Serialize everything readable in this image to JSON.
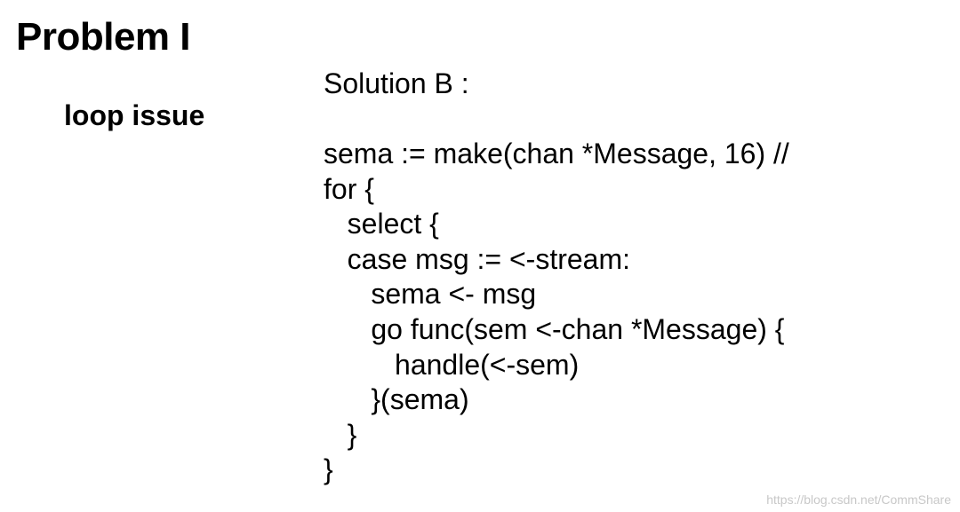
{
  "slide": {
    "title": "Problem I",
    "subtitle": "loop issue",
    "solution_heading": "Solution B :",
    "code_lines": [
      "sema := make(chan *Message, 16) //",
      "for {",
      "   select {",
      "   case msg := <-stream:",
      "      sema <- msg",
      "      go func(sem <-chan *Message) {",
      "         handle(<-sem)",
      "      }(sema)",
      "   }",
      "}"
    ],
    "watermark": "https://blog.csdn.net/CommShare"
  }
}
